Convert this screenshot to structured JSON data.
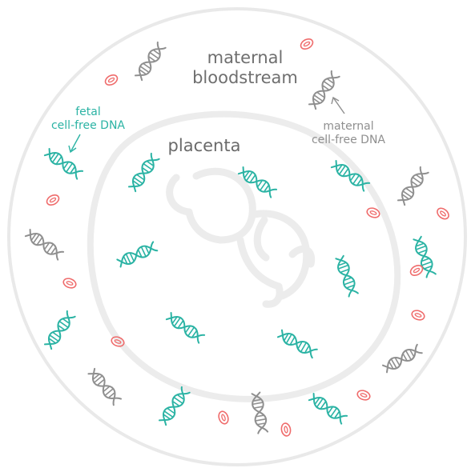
{
  "labels": {
    "maternal_bloodstream": [
      "maternal",
      "bloodstream"
    ],
    "placenta": "placenta",
    "fetal_cfdna": [
      "fetal",
      "cell-free DNA"
    ],
    "maternal_cfdna": [
      "maternal",
      "cell-free DNA"
    ]
  },
  "colors": {
    "outline": "#e9e9e9",
    "fetal_dna": "#2bb3a4",
    "maternal_dna": "#8f8f8f",
    "red_blood_cell": "#ef6b6b",
    "text_dark": "#6f6f6f"
  },
  "icons": {
    "fetal_dna": "dna-helix-icon",
    "maternal_dna": "dna-helix-icon",
    "red_blood_cell": "red-blood-cell-icon",
    "fetus": "fetus-outline-icon"
  }
}
